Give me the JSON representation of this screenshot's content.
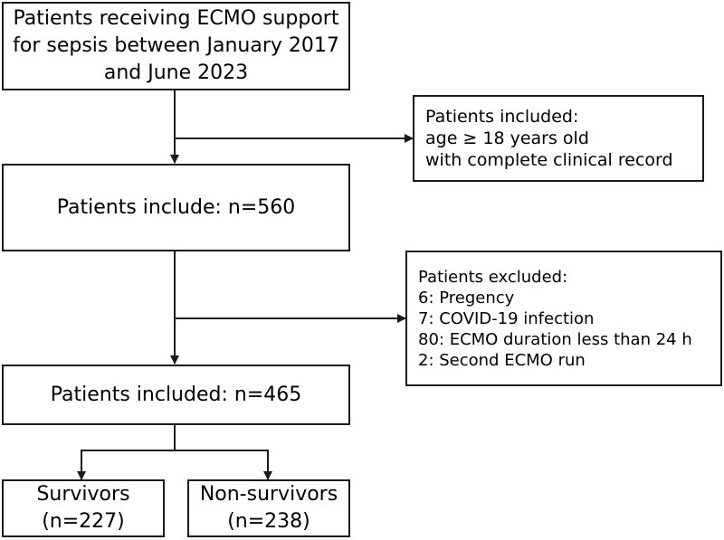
{
  "start_box": {
    "lines": [
      "Patients receiving ECMO support",
      "for sepsis between January 2017",
      "and June 2023"
    ]
  },
  "inclusion_note": {
    "lines": [
      "Patients included:",
      "age ≥ 18 years old",
      "with complete clinical record"
    ]
  },
  "included_box": {
    "label": "Patients include: n=560"
  },
  "exclusion_note": {
    "lines": [
      "Patients excluded:",
      "6: Pregency",
      "7: COVID-19 infection",
      "80: ECMO duration less than 24 h",
      "2:  Second ECMO run"
    ]
  },
  "final_box": {
    "label": "Patients included: n=465"
  },
  "survivors": {
    "title": "Survivors",
    "count": "(n=227)"
  },
  "non_survivors": {
    "title": "Non-survivors",
    "count": "(n=238)"
  },
  "colors": {
    "line": "#1a1a1a",
    "background": "#ffffff"
  }
}
